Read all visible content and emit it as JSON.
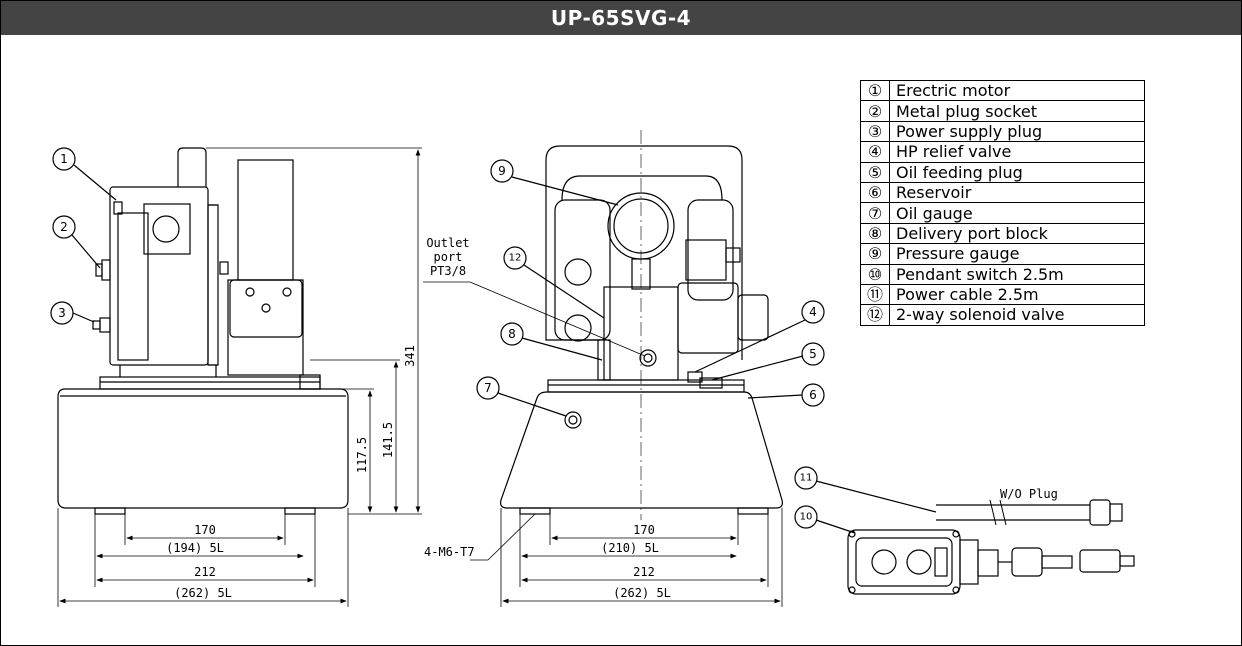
{
  "header": {
    "title": "UP-65SVG-4"
  },
  "legend": [
    {
      "num": "①",
      "name": "Erectric motor"
    },
    {
      "num": "②",
      "name": "Metal plug socket"
    },
    {
      "num": "③",
      "name": "Power supply plug"
    },
    {
      "num": "④",
      "name": "HP relief valve"
    },
    {
      "num": "⑤",
      "name": "Oil feeding plug"
    },
    {
      "num": "⑥",
      "name": "Reservoir"
    },
    {
      "num": "⑦",
      "name": "Oil gauge"
    },
    {
      "num": "⑧",
      "name": "Delivery port block"
    },
    {
      "num": "⑨",
      "name": "Pressure gauge"
    },
    {
      "num": "⑩",
      "name": "Pendant switch 2.5m"
    },
    {
      "num": "⑪",
      "name": "Power cable 2.5m"
    },
    {
      "num": "⑫",
      "name": "2-way solenoid valve"
    }
  ],
  "side_view": {
    "callouts": [
      "1",
      "2",
      "3"
    ],
    "dims": {
      "height_total": "341",
      "height_mid": "141.5",
      "height_low": "117.5",
      "w1": "170",
      "w2": "(194) 5L",
      "w3": "212",
      "w4": "(262) 5L"
    }
  },
  "front_view": {
    "callouts": [
      "4",
      "5",
      "6",
      "7",
      "8",
      "9",
      "12"
    ],
    "outlet_label": [
      "Outlet",
      "port",
      "PT3/8"
    ],
    "bolt_label": "4-M6-T7",
    "dims": {
      "w1": "170",
      "w2": "(210) 5L",
      "w3": "212",
      "w4": "(262) 5L"
    }
  },
  "pendant_view": {
    "callouts": [
      "11",
      "10"
    ],
    "cable_label": "W/O Plug"
  }
}
